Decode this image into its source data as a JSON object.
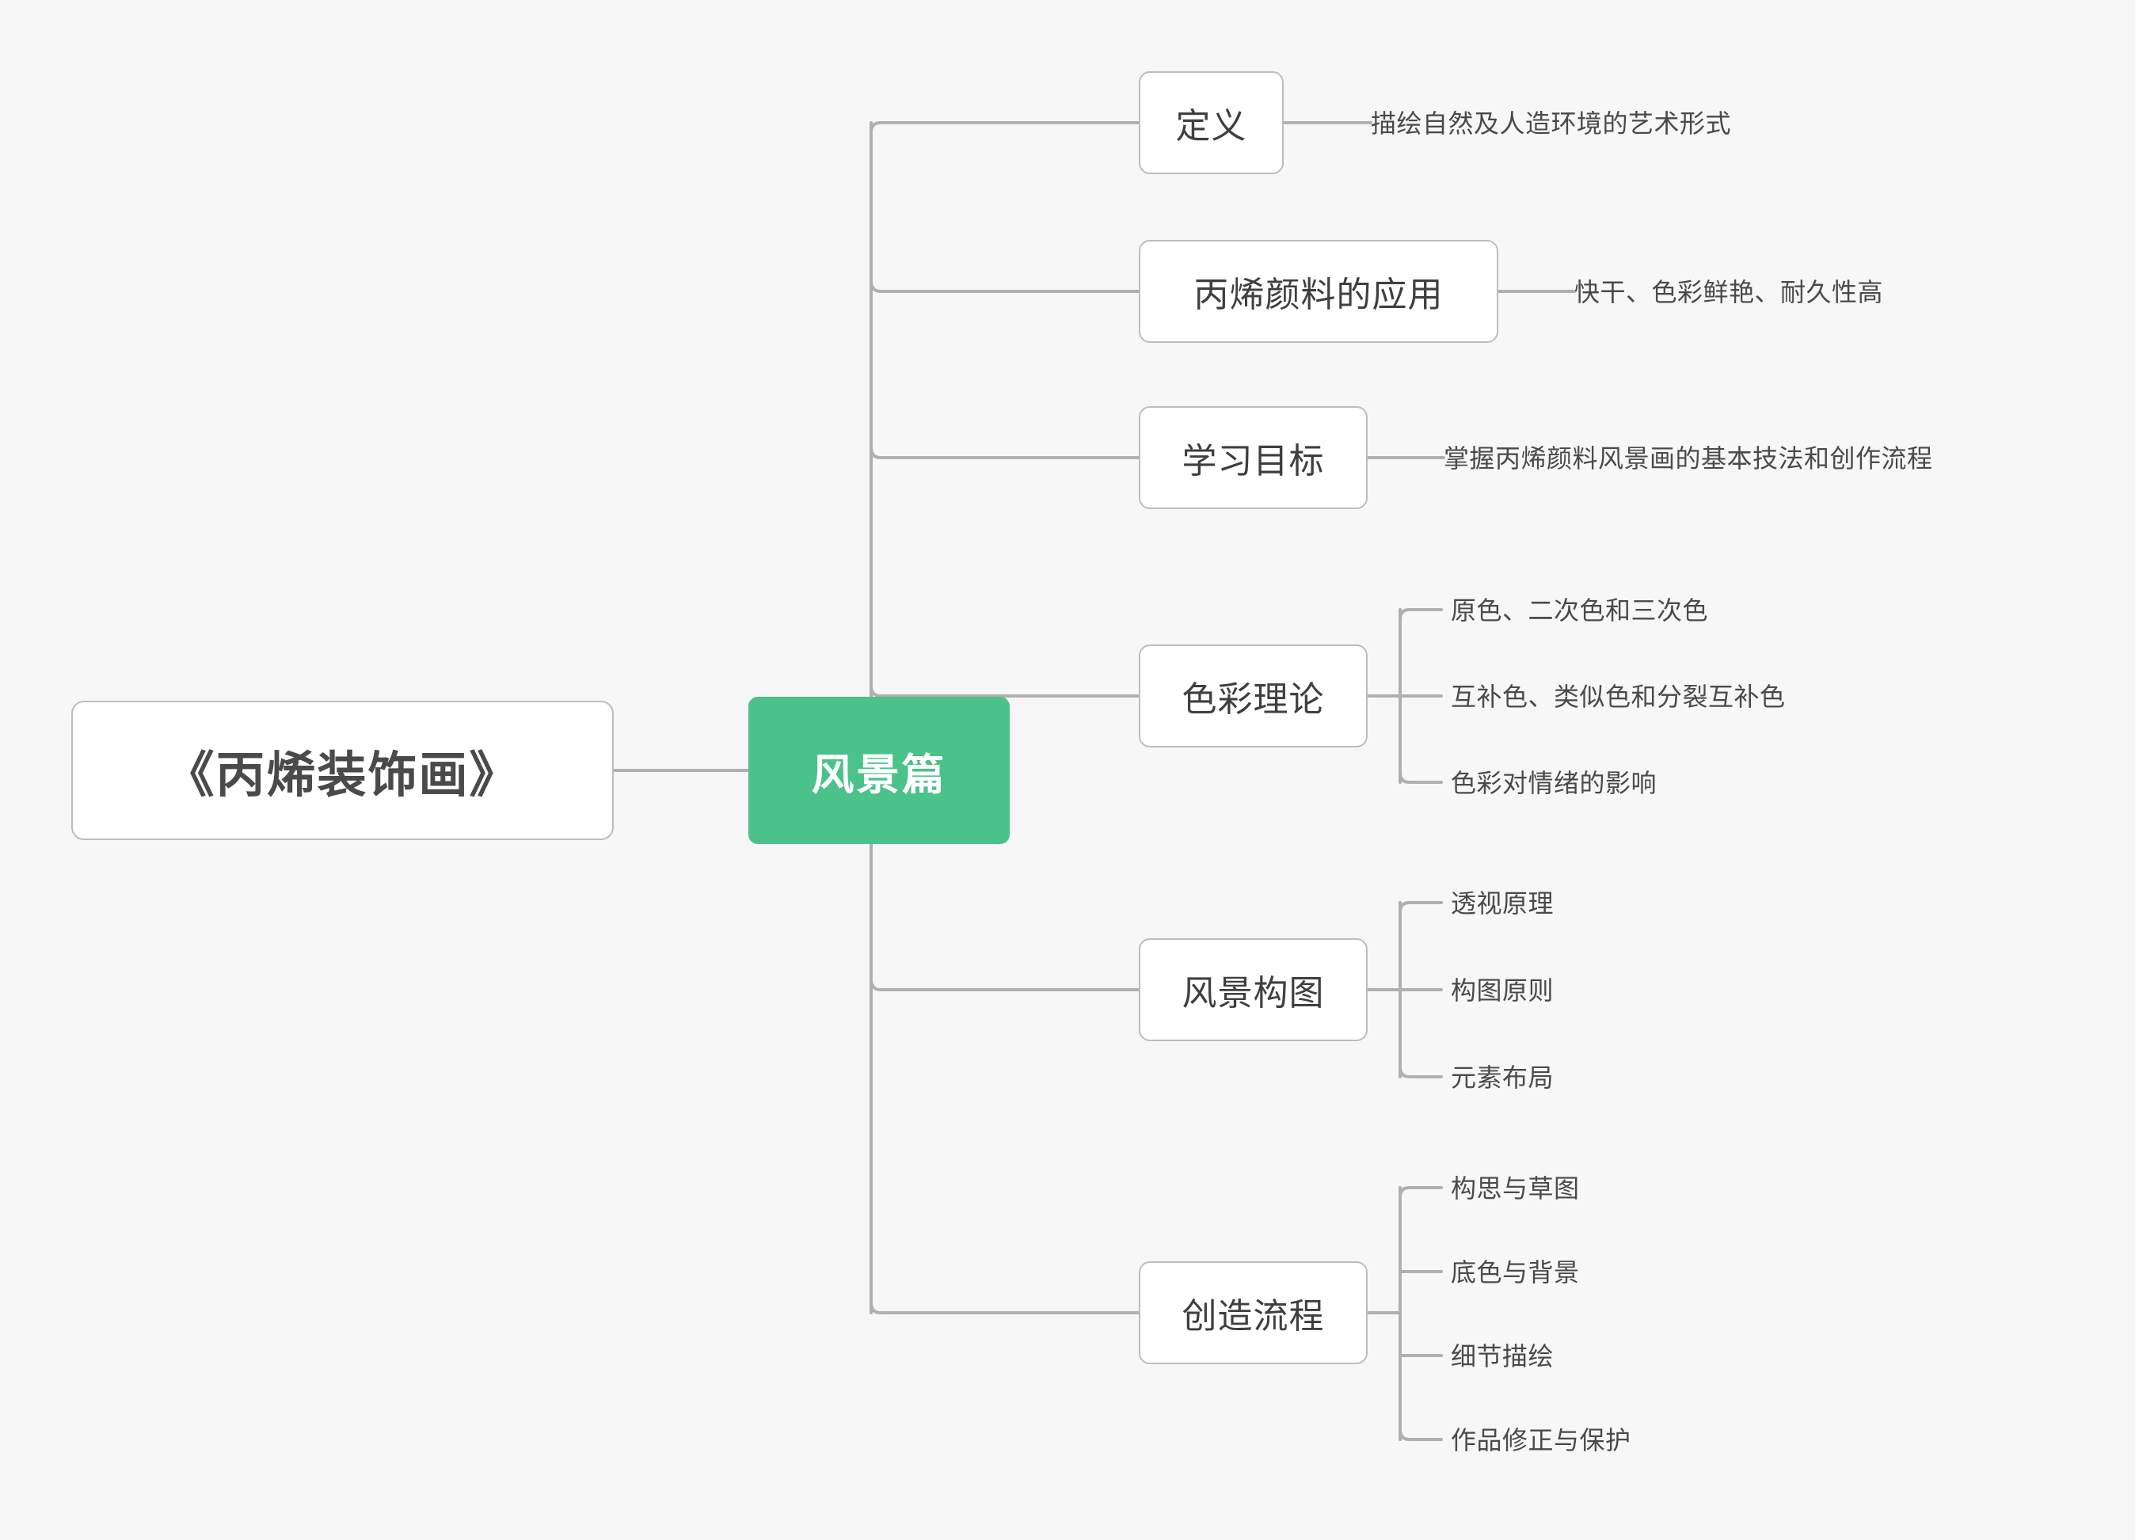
{
  "canvas": {
    "background": "#f7f7f7",
    "line_color": "#b0b0b0",
    "accent_color": "#4bc28a",
    "node_border_color": "#bdbdbd",
    "text_color": "#4a4a4a"
  },
  "root": {
    "label": "《丙烯装饰画》"
  },
  "center": {
    "label": "风景篇"
  },
  "branches": [
    {
      "label": "定义",
      "note": "描绘自然及人造环境的艺术形式",
      "children": []
    },
    {
      "label": "丙烯颜料的应用",
      "note": "快干、色彩鲜艳、耐久性高",
      "children": []
    },
    {
      "label": "学习目标",
      "note": "掌握丙烯颜料风景画的基本技法和创作流程",
      "children": []
    },
    {
      "label": "色彩理论",
      "note": "",
      "children": [
        "原色、二次色和三次色",
        "互补色、类似色和分裂互补色",
        "色彩对情绪的影响"
      ]
    },
    {
      "label": "风景构图",
      "note": "",
      "children": [
        "透视原理",
        "构图原则",
        "元素布局"
      ]
    },
    {
      "label": "创造流程",
      "note": "",
      "children": [
        "构思与草图",
        "底色与背景",
        "细节描绘",
        "作品修正与保护"
      ]
    }
  ]
}
